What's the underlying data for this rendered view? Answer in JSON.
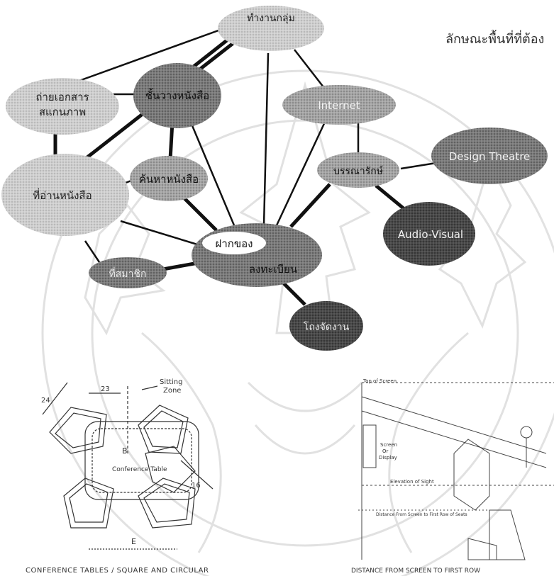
{
  "page": {
    "title": "ลักษณะพื้นที่ที่ต้อง"
  },
  "nodes": [
    {
      "id": "group-work",
      "label": "ทำงานกลุ่ม",
      "shade": "light"
    },
    {
      "id": "photocopy",
      "label": "ถ่ายเอกสาร",
      "label2": "สแกนภาพ",
      "shade": "light"
    },
    {
      "id": "bookshelf",
      "label": "ชั้นวางหนังสือ",
      "shade": "dark"
    },
    {
      "id": "internet",
      "label": "Internet",
      "shade": "mid"
    },
    {
      "id": "design-theatre",
      "label": "Design  Theatre",
      "shade": "dark"
    },
    {
      "id": "book-search",
      "label": "ค้นหาหนังสือ",
      "shade": "mid"
    },
    {
      "id": "reading",
      "label": "ที่อ่านหนังสือ",
      "shade": "light"
    },
    {
      "id": "reference",
      "label": "บรรณารักษ์",
      "shade": "mid"
    },
    {
      "id": "audio-visual",
      "label": "Audio-Visual",
      "shade": "black"
    },
    {
      "id": "deposit",
      "label": "ฝากของ",
      "label2": "ลงทะเบียน",
      "shade": "dark"
    },
    {
      "id": "members",
      "label": "ที่สมาชิก",
      "shade": "dark"
    },
    {
      "id": "exhibition",
      "label": "โถงจัดงาน",
      "shade": "black"
    }
  ],
  "figures": {
    "left_caption": "CONFERENCE TABLES / SQUARE AND CIRCULAR",
    "left_labels": {
      "zone": "Sitting",
      "zone2": "Zone",
      "table": "Conference Table",
      "d24": "24",
      "d23": "23",
      "d16": "16",
      "dB": "B",
      "dE": "E"
    },
    "right_caption": "DISTANCE FROM SCREEN TO FIRST ROW",
    "right_labels": {
      "top": "Top of Screen",
      "screen": "Screen",
      "screen2": "Or",
      "screen3": "Display",
      "sight": "Elevation of Sight",
      "dist": "Distance From Screen to First Row of Seats"
    }
  }
}
